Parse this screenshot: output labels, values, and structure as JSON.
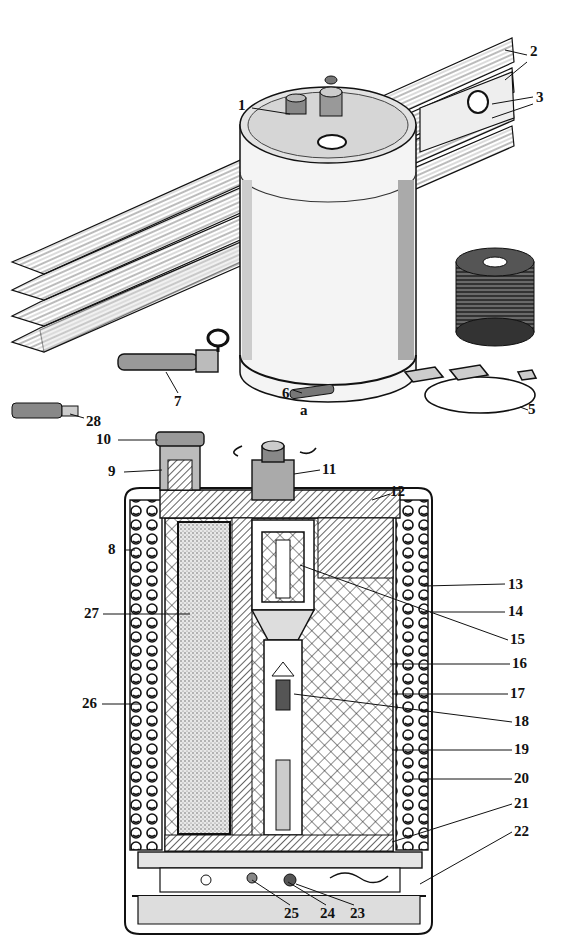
{
  "diagram": {
    "labels": [
      "1",
      "2",
      "3",
      "28",
      "7",
      "а",
      "6",
      "5",
      "10",
      "9",
      "11",
      "12",
      "8",
      "13",
      "14",
      "27",
      "15",
      "16",
      "26",
      "17",
      "18",
      "19",
      "20",
      "21",
      "22",
      "25",
      "24",
      "23"
    ]
  }
}
